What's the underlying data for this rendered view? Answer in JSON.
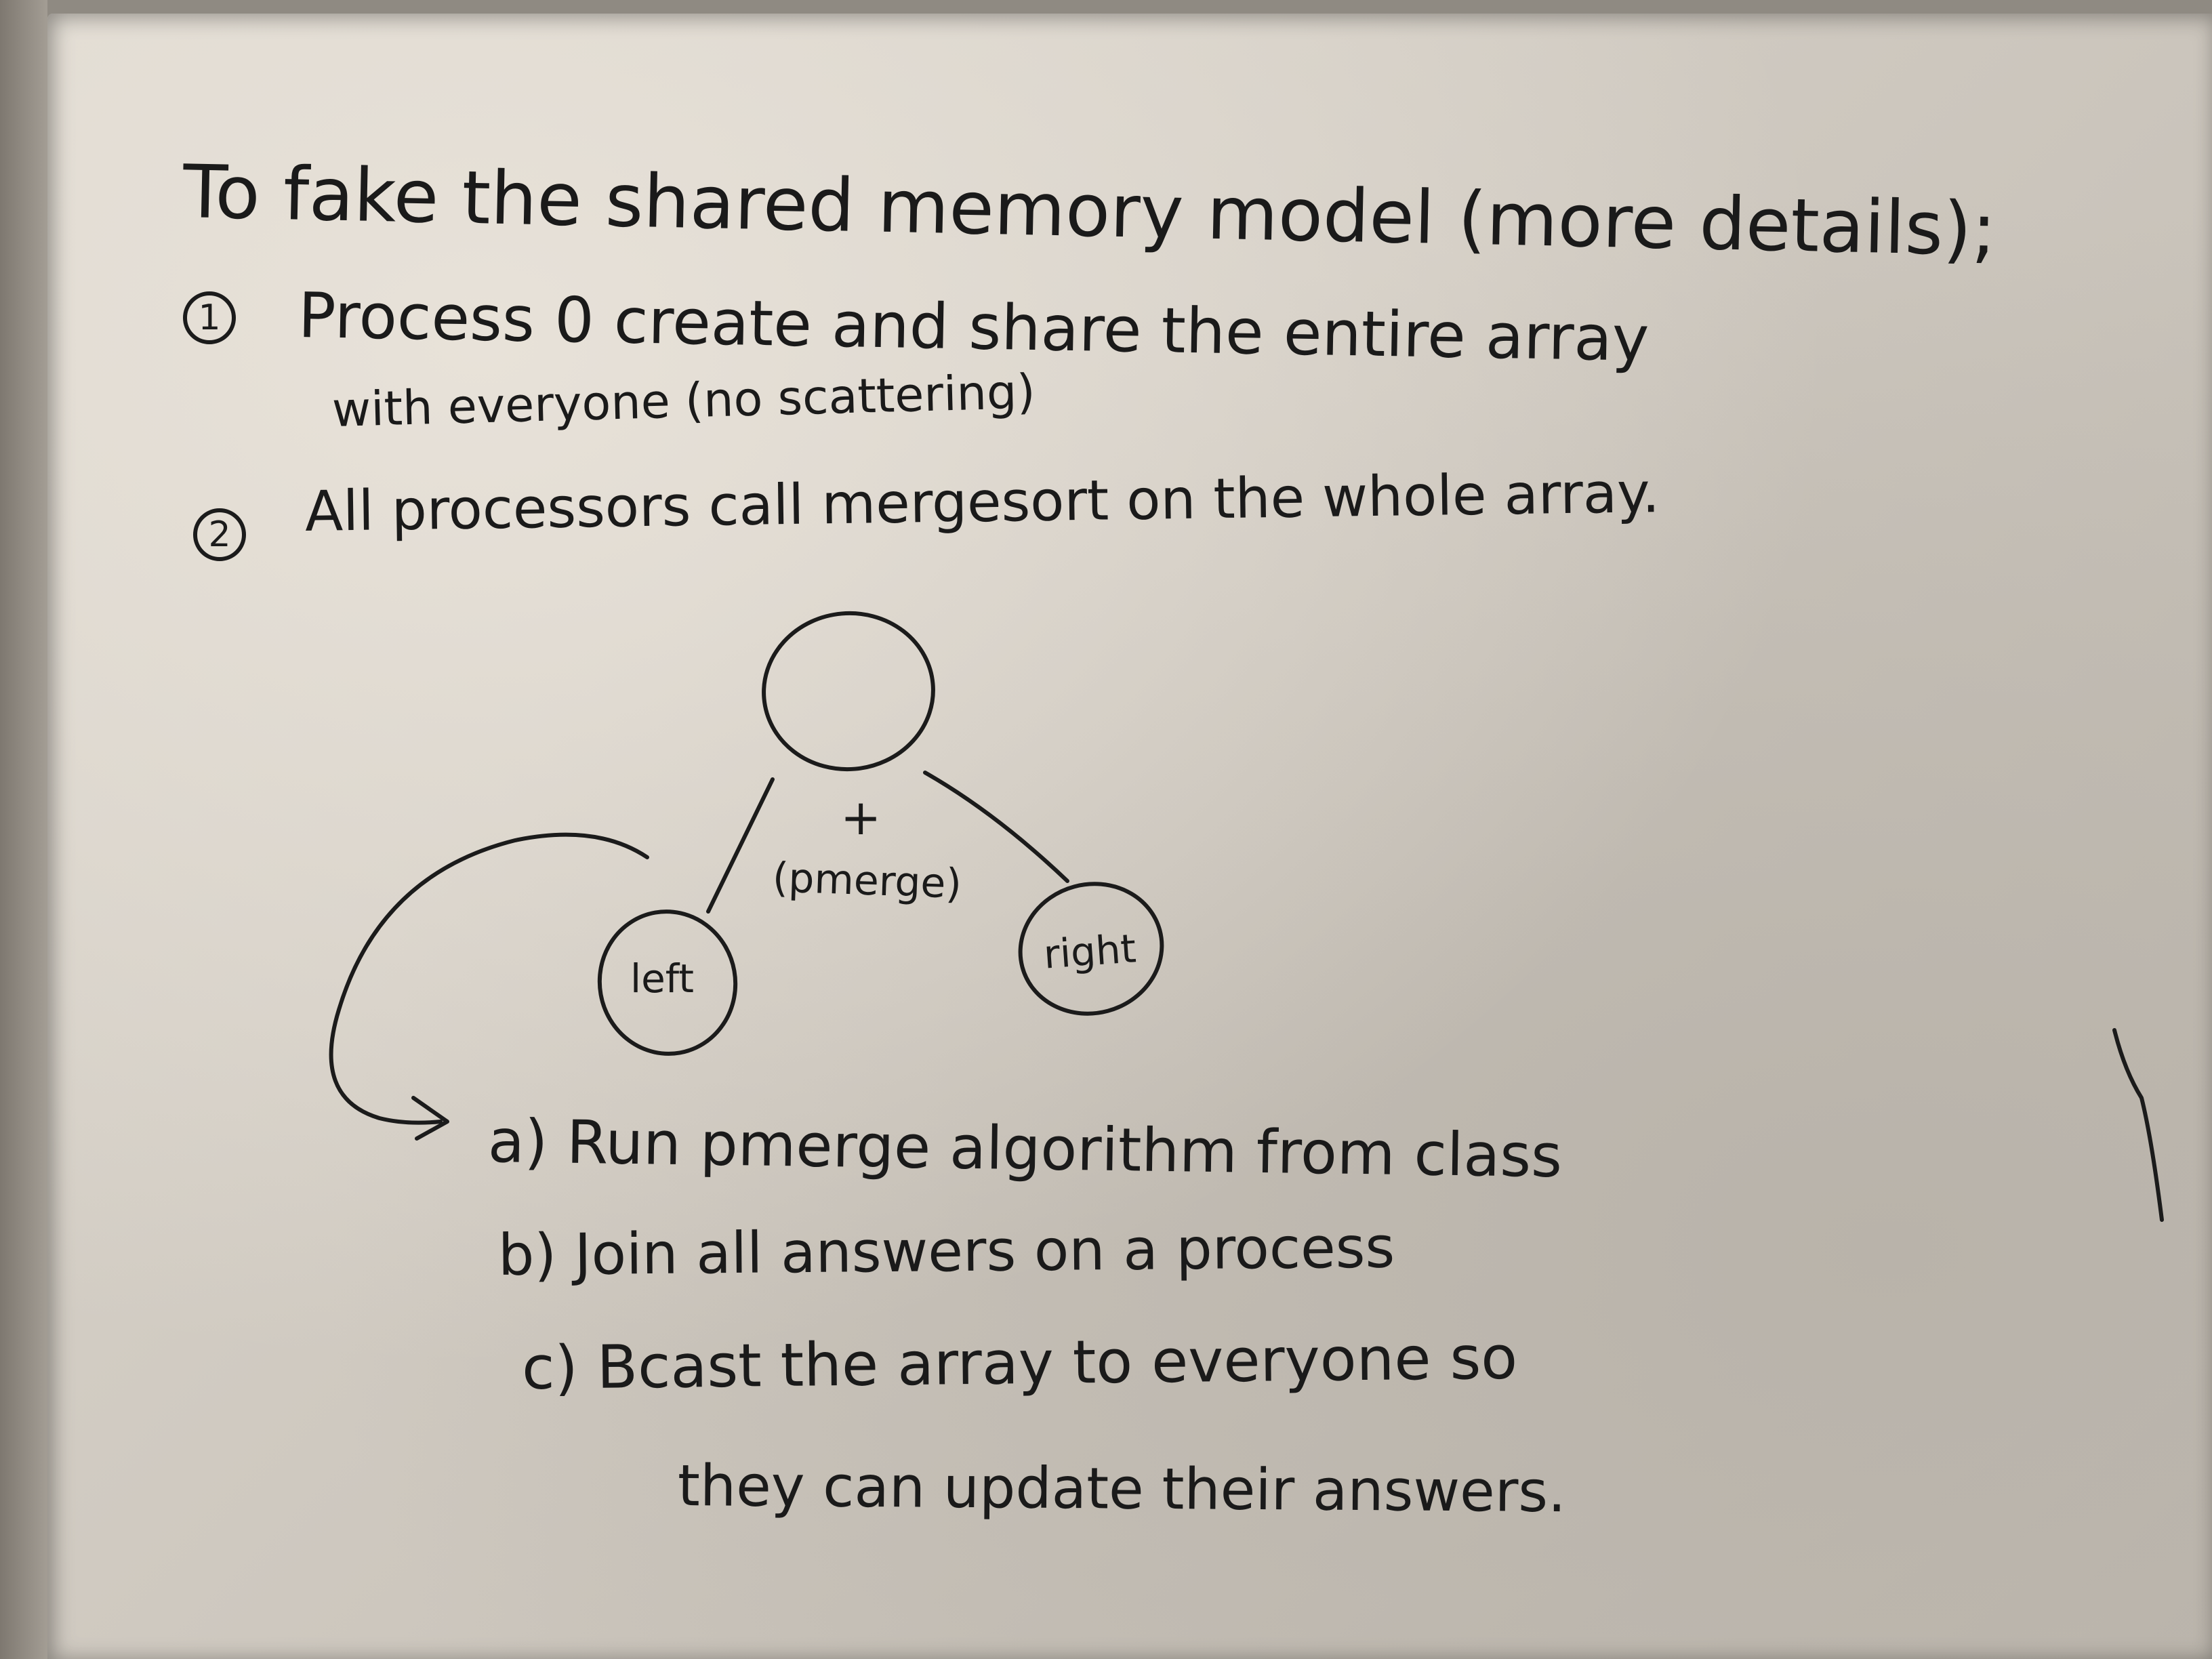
{
  "whiteboard": {
    "heading": "To fake the shared memory model (more details);",
    "step1_number": "1",
    "step1_line1": "Process 0 create and share the entire array",
    "step1_line2": "with everyone (no scattering)",
    "step2_number": "2",
    "step2_line": "All processors call mergesort on the whole array.",
    "tree": {
      "root_label": "",
      "plus_label": "+",
      "merge_label": "(pmerge)",
      "left_label": "left",
      "right_label": "right"
    },
    "sub_steps": {
      "a": "a) Run pmerge algorithm from class",
      "b": "b) Join all answers on a process",
      "c_line1": "c) Bcast the array to everyone so",
      "c_line2": "they can update their answers."
    }
  },
  "colors": {
    "ink": "#1b1b1b",
    "board": "#d6d0c7",
    "wall": "#8f8a82"
  }
}
